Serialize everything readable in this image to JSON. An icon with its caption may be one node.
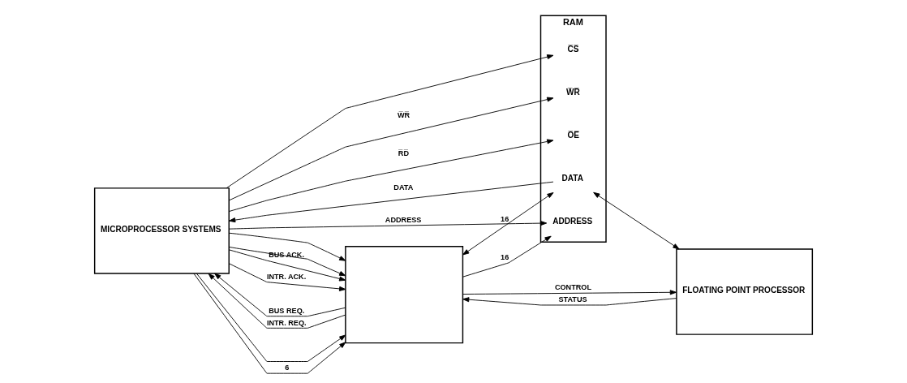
{
  "diagram": {
    "nodes": [
      {
        "text": [
          "MICROPROCESSOR SYSTEMS"
        ]
      },
      {
        "text": [
          "RAM"
        ]
      },
      {
        "text": [
          "C̅S̅"
        ],
        "in": 1
      },
      {
        "text": [
          "ADDRESS"
        ],
        "in": 1
      },
      {
        "text": [
          "W̅R̅"
        ],
        "in": 1
      },
      {
        "text": [
          "O̅E̅"
        ],
        "in": 1
      },
      {
        "text": [
          "DATA"
        ],
        "in": 1
      },
      {
        "text": [],
        "shape": "box"
      },
      {
        "text": [
          "FLOATING POINT PROCESSOR"
        ]
      }
    ],
    "edges": [
      {
        "from": 0,
        "to": 2,
        "arrow": "to"
      },
      {
        "from": 0,
        "to": 7,
        "arrow": "to"
      },
      {
        "from": 0,
        "to": 3,
        "arrow": "to",
        "label": "ADDRESS"
      },
      {
        "from": 0,
        "to": 7,
        "arrow": "to",
        "label": "6"
      },
      {
        "from": 7,
        "to": 3,
        "arrow": "to",
        "label": "16"
      },
      {
        "from": 0,
        "to": 4,
        "arrow": "to",
        "label": "W̅R̅"
      },
      {
        "from": 0,
        "to": 7,
        "arrow": "to"
      },
      {
        "from": 0,
        "to": 5,
        "arrow": "to",
        "label": "R̅D̅"
      },
      {
        "from": 0,
        "to": 7,
        "arrow": "to"
      },
      {
        "from": 6,
        "to": 0,
        "arrow": "to",
        "label": "DATA"
      },
      {
        "from": 7,
        "to": 6,
        "arrow": "both",
        "label": "16"
      },
      {
        "from": 6,
        "to": 8,
        "arrow": "both"
      },
      {
        "from": 7,
        "to": 8,
        "arrow": "to",
        "label": "CONTROL"
      },
      {
        "from": 8,
        "to": 7,
        "arrow": "to",
        "label": "STATUS"
      },
      {
        "from": 7,
        "to": 0,
        "arrow": "to",
        "label": "BUS REQ."
      },
      {
        "from": 0,
        "to": 7,
        "arrow": "to",
        "label": "BUS ACK."
      },
      {
        "from": 7,
        "to": 0,
        "arrow": "to",
        "label": "INTR. REQ."
      },
      {
        "from": 0,
        "to": 7,
        "arrow": "to",
        "label": "INTR. ACK."
      }
    ]
  }
}
